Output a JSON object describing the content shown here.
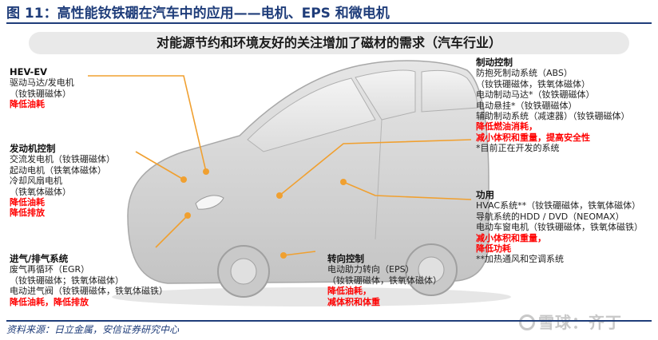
{
  "figure": {
    "title": "图 11：高性能钕铁硼在汽车中的应用——电机、EPS 和微电机",
    "banner": "对能源节约和环境友好的关注增加了磁材的需求（汽车行业）",
    "source": "资料来源：日立金属，安信证券研究中心"
  },
  "callouts": {
    "hev": {
      "head": "HEV-EV",
      "lines": [
        "驱动马达/发电机",
        "（钕铁硼磁体）"
      ],
      "red": [
        "降低油耗"
      ]
    },
    "engine": {
      "head": "发动机控制",
      "lines": [
        "交流发电机（钕铁硼磁体）",
        "起动电机（铁氧体磁体）",
        "冷却风扇电机",
        "（铁氧体磁体）"
      ],
      "red": [
        "降低油耗",
        "降低排放"
      ]
    },
    "intake": {
      "head": "进气/排气系统",
      "lines": [
        "废气再循环（EGR）",
        "（钕铁硼磁体；铁氧体磁体）",
        "电动进气阀（钕铁硼磁体，铁氧体磁铁）"
      ],
      "red": [
        "降低油耗，降低排放"
      ]
    },
    "steering": {
      "head": "转向控制",
      "lines": [
        "电动助力转向（EPS）",
        "（钕铁硼磁体，铁氧体磁体）"
      ],
      "red": [
        "降低油耗，",
        "减体积和体重"
      ]
    },
    "brake": {
      "head": "制动控制",
      "lines": [
        "防抱死制动系统（ABS）",
        "（钕铁硼磁体，铁氧体磁体）",
        "电动制动马达*（钕铁硼磁体）",
        "电动悬挂*（钕铁硼磁体）",
        "辅助制动系统（减速器）（钕铁硼磁体）"
      ],
      "red": [
        "降低燃油消耗，",
        "减小体积和重量，提高安全性"
      ],
      "note": "*目前正在开发的系统"
    },
    "function": {
      "head": "功用",
      "lines": [
        "HVAC系统**（钕铁硼磁体，铁氧体磁体）",
        "导航系统的HDD / DVD（NEOMAX）",
        "电动车窗电机（钕铁硼磁体，铁氧体磁铁）"
      ],
      "red": [
        "减小体积和重量，",
        "降低功耗"
      ],
      "note": "**加热通风和空调系统"
    }
  },
  "watermark": "雪球：齐丁",
  "colors": {
    "title_blue": "#1f3d7a",
    "callout_line": "#f0a030",
    "warning_red": "#ff0000",
    "car_body": "#d6d6d6"
  }
}
